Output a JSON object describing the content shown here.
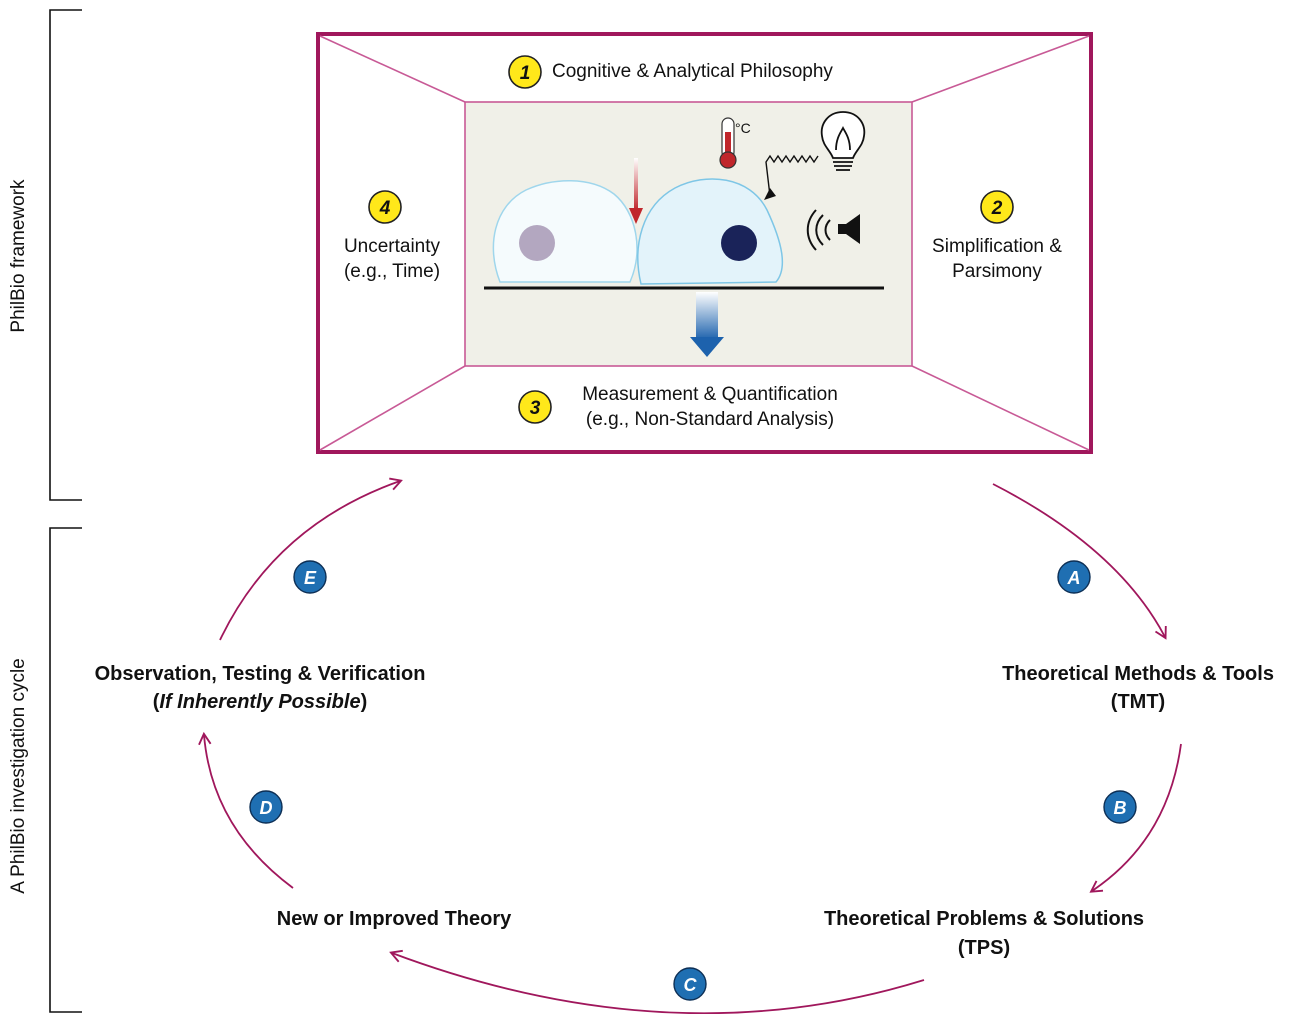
{
  "colors": {
    "accent": "#a0175c",
    "room_panel": "#f0f0e8",
    "yellow_badge": "#ffe81a",
    "blue_badge": "#1f6fb2",
    "cell_fill": "#eaf6fb",
    "cell_stroke": "#8ccde8",
    "nucleus_light": "#b3a7c0",
    "nucleus_dark": "#1a2359",
    "thermo_red": "#c0262b",
    "arrow_blue": "#1d62ad"
  },
  "side_labels": {
    "framework": "PhilBio framework",
    "cycle": "A PhilBio investigation cycle"
  },
  "framework_room": {
    "top": {
      "num": "1",
      "label": "Cognitive & Analytical Philosophy"
    },
    "right": {
      "num": "2",
      "line1": "Simplification &",
      "line2": "Parsimony"
    },
    "bottom": {
      "num": "3",
      "line1": "Measurement & Quantification",
      "line2": "(e.g., Non-Standard Analysis)"
    },
    "left": {
      "num": "4",
      "line1": "Uncertainty",
      "line2": "(e.g., Time)"
    },
    "thermometer_unit": "°C",
    "icons": [
      "thermometer-icon",
      "lightbulb-icon",
      "speaker-icon",
      "wavy-arrow-icon"
    ]
  },
  "cycle": {
    "tmt": {
      "line1": "Theoretical Methods & Tools",
      "line2": "(TMT)"
    },
    "tps": {
      "line1": "Theoretical Problems & Solutions",
      "line2": "(TPS)"
    },
    "theory": {
      "line1": "New or Improved Theory"
    },
    "observation": {
      "line1": "Observation, Testing & Verification",
      "line2_open": "(",
      "line2_em": "If Inherently Possible",
      "line2_close": ")"
    },
    "badges": {
      "a": "A",
      "b": "B",
      "c": "C",
      "d": "D",
      "e": "E"
    }
  }
}
